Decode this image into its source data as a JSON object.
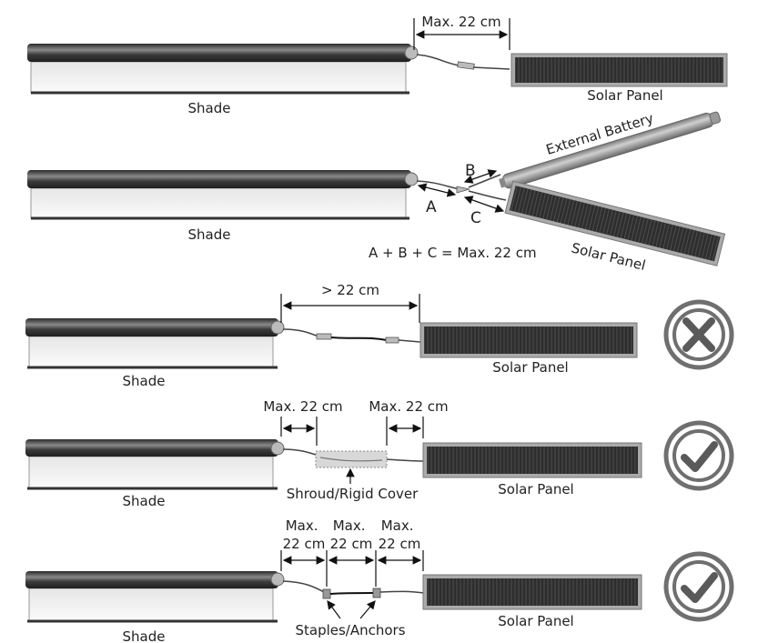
{
  "diagrams": [
    {
      "dimension_label": "Max. 22 cm",
      "shade_label": "Shade",
      "panel_label": "Solar Panel"
    },
    {
      "battery_label": "External Battery",
      "segment_a": "A",
      "segment_b": "B",
      "segment_c": "C",
      "formula": "A + B + C = Max. 22 cm",
      "shade_label": "Shade",
      "panel_label": "Solar Panel"
    },
    {
      "dimension_label": "> 22 cm",
      "shade_label": "Shade",
      "panel_label": "Solar Panel",
      "status": "incorrect",
      "status_icon": "x-icon"
    },
    {
      "dimension_left": "Max. 22 cm",
      "dimension_right": "Max. 22 cm",
      "cover_label": "Shroud/Rigid Cover",
      "shade_label": "Shade",
      "panel_label": "Solar Panel",
      "status": "correct",
      "status_icon": "check-icon"
    },
    {
      "dimension_1": [
        "Max.",
        "22 cm"
      ],
      "dimension_2": [
        "Max.",
        "22 cm"
      ],
      "dimension_3": [
        "Max.",
        "22 cm"
      ],
      "anchor_label": "Staples/Anchors",
      "shade_label": "Shade",
      "panel_label": "Solar Panel",
      "status": "correct",
      "status_icon": "check-icon"
    }
  ],
  "colors": {
    "tube": "#4a4a4a",
    "fabric": "#f2f2f2",
    "panel": "#3a3a3a",
    "status_ring": "#6f6f6f"
  }
}
